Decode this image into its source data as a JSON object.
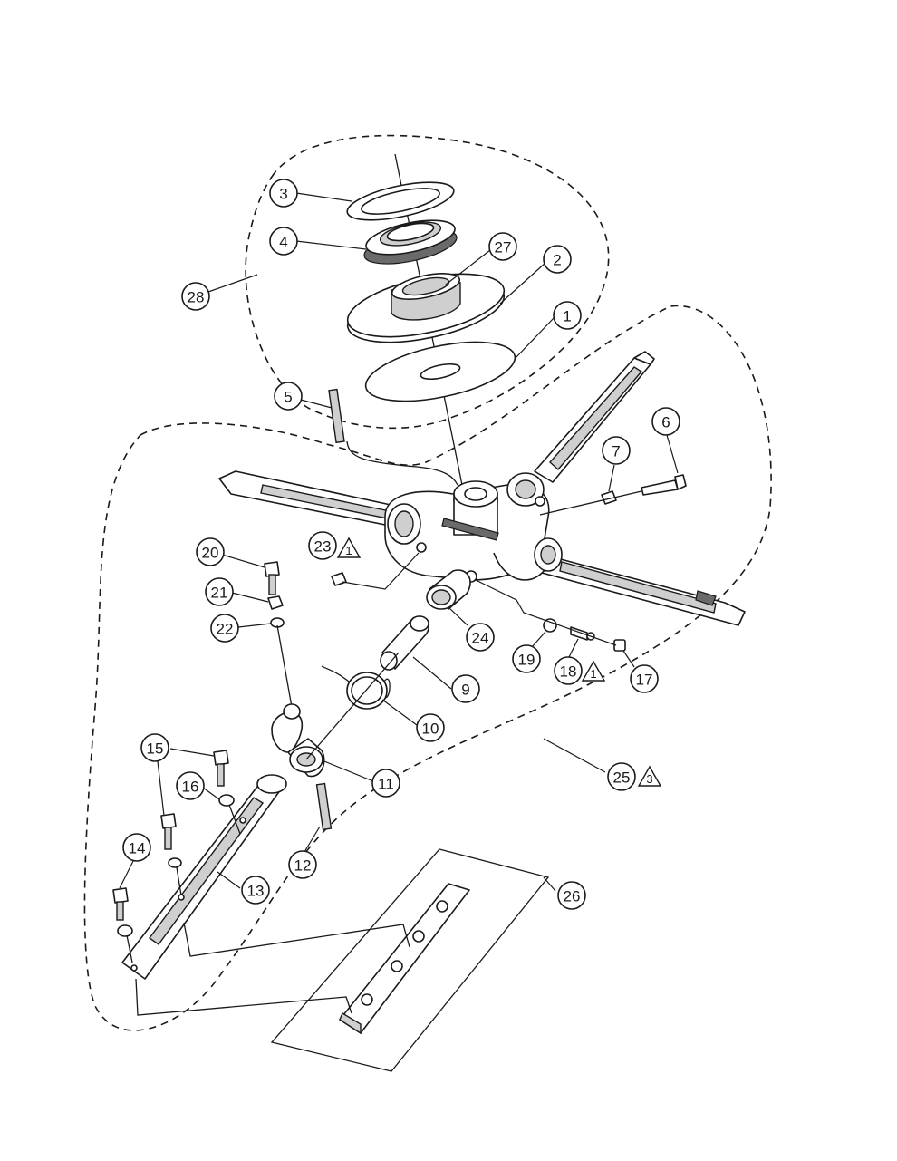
{
  "callouts": [
    {
      "id": "c1",
      "label": "1"
    },
    {
      "id": "c2",
      "label": "2"
    },
    {
      "id": "c3",
      "label": "3"
    },
    {
      "id": "c4",
      "label": "4"
    },
    {
      "id": "c5",
      "label": "5"
    },
    {
      "id": "c6",
      "label": "6"
    },
    {
      "id": "c7",
      "label": "7"
    },
    {
      "id": "c9",
      "label": "9"
    },
    {
      "id": "c10",
      "label": "10"
    },
    {
      "id": "c11",
      "label": "11"
    },
    {
      "id": "c12",
      "label": "12"
    },
    {
      "id": "c13",
      "label": "13"
    },
    {
      "id": "c14",
      "label": "14"
    },
    {
      "id": "c15",
      "label": "15"
    },
    {
      "id": "c16",
      "label": "16"
    },
    {
      "id": "c17",
      "label": "17"
    },
    {
      "id": "c18",
      "label": "18"
    },
    {
      "id": "c19",
      "label": "19"
    },
    {
      "id": "c20",
      "label": "20"
    },
    {
      "id": "c21",
      "label": "21"
    },
    {
      "id": "c22",
      "label": "22"
    },
    {
      "id": "c23",
      "label": "23"
    },
    {
      "id": "c24",
      "label": "24"
    },
    {
      "id": "c25",
      "label": "25"
    },
    {
      "id": "c26",
      "label": "26"
    },
    {
      "id": "c27",
      "label": "27"
    },
    {
      "id": "c28",
      "label": "28"
    }
  ],
  "notes": {
    "n23": "1",
    "n18": "1",
    "n25": "3"
  }
}
